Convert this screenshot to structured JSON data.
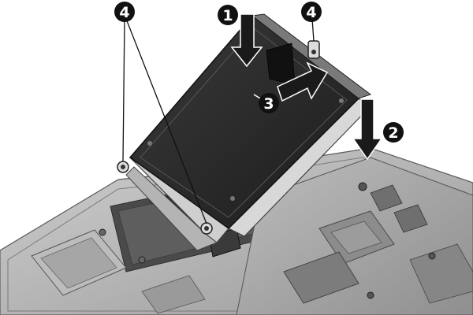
{
  "callouts": [
    {
      "id": "c1",
      "label": "1"
    },
    {
      "id": "c2",
      "label": "2"
    },
    {
      "id": "c3",
      "label": "3"
    },
    {
      "id": "c4a",
      "label": "4"
    },
    {
      "id": "c4b",
      "label": "4"
    }
  ],
  "colors": {
    "background": "#ffffff",
    "chassis_light": "#d4d4d4",
    "chassis_mid": "#a9a9a9",
    "chassis_dark": "#6e6e6e",
    "drive_top": "#2c2c2c",
    "drive_edge": "#8a8a8a",
    "callout_fill": "#111111",
    "callout_text": "#ffffff",
    "arrow_fill": "#1a1a1a"
  },
  "icons": {
    "arrow_down": "down-arrow-icon",
    "arrow_slide": "slide-arrow-icon",
    "screw": "screw-icon"
  }
}
